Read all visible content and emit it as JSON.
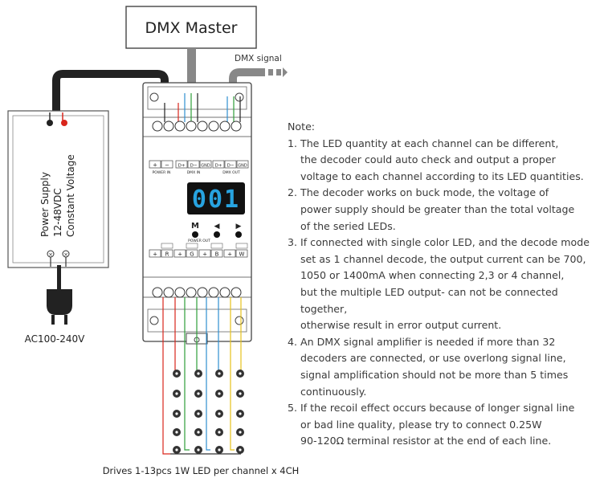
{
  "diagram": {
    "master_label": "DMX Master",
    "dmx_signal_label": "DMX signal",
    "power_supply_lines": [
      "Power Supply",
      "12-48VDC",
      "Constant Voltage"
    ],
    "ac_label": "AC100-240V",
    "display_value": "001",
    "buttons": [
      "M",
      "◀",
      "▶"
    ],
    "top_terminals": [
      "+",
      "−",
      "D+",
      "D−",
      "GND",
      "D+",
      "D−",
      "GND"
    ],
    "power_in_label": "POWER IN",
    "dmx_in_label": "DMX IN",
    "dmx_out_label": "DMX OUT",
    "power_out_label": "POWER OUT",
    "bottom_terminals": [
      "+",
      "R",
      "+",
      "G",
      "+",
      "B",
      "+",
      "W"
    ],
    "caption": "Drives 1-13pcs 1W LED per channel x 4CH",
    "colors": {
      "wire_red": "#d9261c",
      "wire_green": "#2f9e3a",
      "wire_blue": "#2f8fd0",
      "wire_yellow": "#e6c21a",
      "display_digits": "#27a3e0",
      "cable": "#222222",
      "signal_cable": "#888888"
    }
  },
  "notes": {
    "title": "Note:",
    "items": [
      {
        "num": "1.",
        "text": "The LED quantity at each channel can be different,\nthe decoder could auto check and output a proper\nvoltage to each channel according to its LED quantities."
      },
      {
        "num": "2.",
        "text": "The decoder works on buck mode, the voltage of\npower supply should be greater than the total voltage\nof the seried LEDs."
      },
      {
        "num": "3.",
        "text": "If connected with single color LED, and the decode mode\nset as 1 channel decode, the output current can be 700,\n1050  or 1400mA when connecting 2,3 or 4 channel,\nbut the multiple LED output- can not be connected together,\notherwise result in error output current."
      },
      {
        "num": "4.",
        "text": "An DMX signal amplifier is needed if more than 32\ndecoders are connected, or use overlong signal line,\nsignal amplification should not be more than 5 times\ncontinuously."
      },
      {
        "num": "5.",
        "text": "If the recoil effect occurs because of longer signal line\nor bad line quality, please try to connect 0.25W\n90-120Ω terminal resistor at the end of each line."
      }
    ]
  }
}
